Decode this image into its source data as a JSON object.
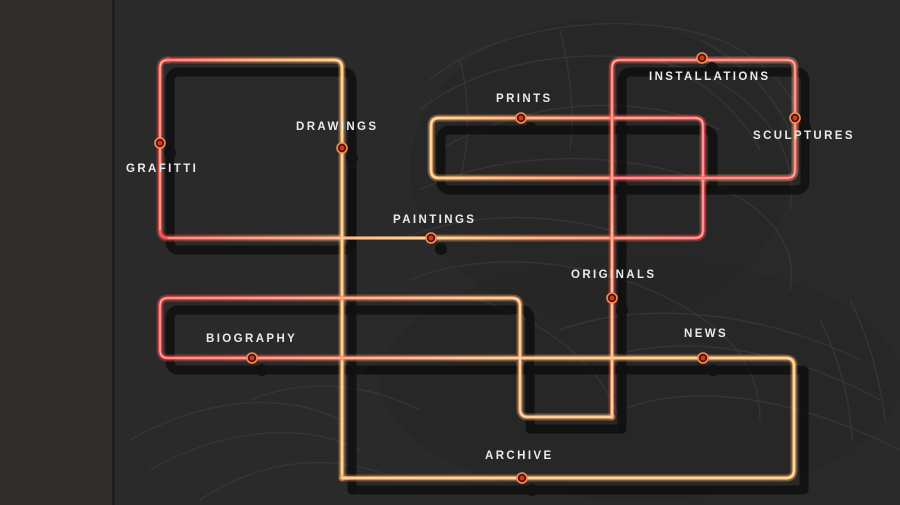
{
  "colors": {
    "background": "#2a2a2a",
    "sidebar": "#2f2e2b",
    "tube_red": "#ff5a50",
    "tube_amber": "#ffc070",
    "station": "#d13a1b",
    "label_text": "#eaeaea"
  },
  "nav": {
    "items": [
      {
        "id": "grafitti",
        "label": "GRAFITTI"
      },
      {
        "id": "drawings",
        "label": "DRAWINGS"
      },
      {
        "id": "prints",
        "label": "PRINTS"
      },
      {
        "id": "installations",
        "label": "INSTALLATIONS"
      },
      {
        "id": "sculptures",
        "label": "SCULPTURES"
      },
      {
        "id": "paintings",
        "label": "PAINTINGS"
      },
      {
        "id": "originals",
        "label": "ORIGINALS"
      },
      {
        "id": "biography",
        "label": "BIOGRAPHY"
      },
      {
        "id": "news",
        "label": "NEWS"
      },
      {
        "id": "archive",
        "label": "ARCHIVE"
      }
    ]
  }
}
